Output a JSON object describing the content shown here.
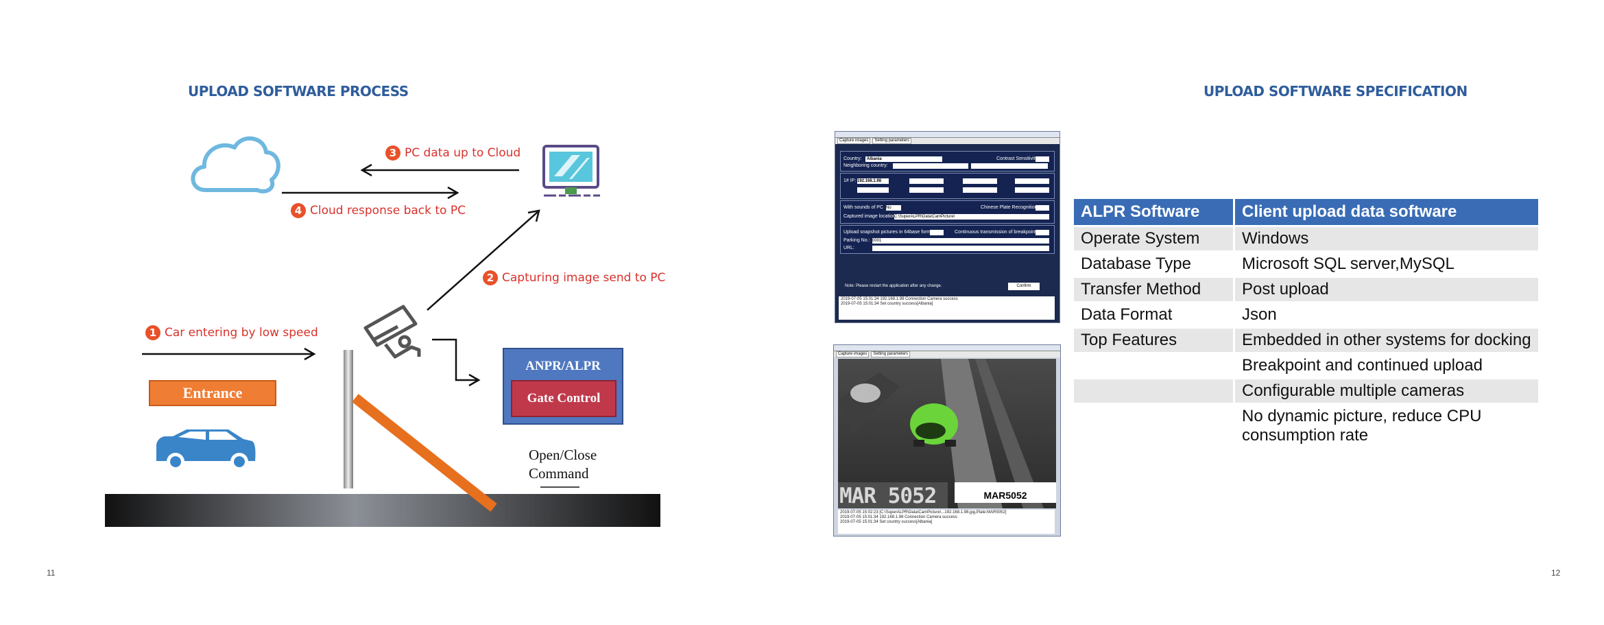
{
  "left_page": {
    "title": "UPLOAD SOFTWARE PROCESS",
    "steps": [
      {
        "num": "1",
        "text": "Car entering by low speed"
      },
      {
        "num": "2",
        "text": "Capturing image send to PC"
      },
      {
        "num": "3",
        "text": "PC data up to Cloud"
      },
      {
        "num": "4",
        "text": "Cloud response back to PC"
      }
    ],
    "entrance_label": "Entrance",
    "anpr_label": "ANPR/ALPR",
    "gate_label": "Gate Control",
    "command_line1": "Open/Close",
    "command_line2": "Command",
    "page_number": "11",
    "colors": {
      "accent": "#2f5d9c",
      "step_red": "#d9312b",
      "entrance": "#ef7d33",
      "anpr_box": "#4f78c0",
      "gate": "#c0394b",
      "car": "#3a85c8",
      "cloud": "#6fb8e0"
    }
  },
  "right_page": {
    "title": "UPLOAD SOFTWARE SPECIFICATION",
    "page_number": "12",
    "table": {
      "headers": [
        "ALPR Software",
        "Client upload data software"
      ],
      "rows": [
        [
          "Operate System",
          "Windows"
        ],
        [
          "Database Type",
          "Microsoft SQL server,MySQL"
        ],
        [
          "Transfer Method",
          "Post upload"
        ],
        [
          "Data Format",
          "Json"
        ],
        [
          "Top Features",
          "Embedded in other systems for docking"
        ],
        [
          "",
          "Breakpoint and continued upload"
        ],
        [
          "",
          "Configurable multiple cameras"
        ],
        [
          "",
          "No dynamic picture, reduce CPU consumption rate"
        ]
      ]
    },
    "screenshot_top": {
      "tabs": [
        "Capture images",
        "Setting parameters"
      ],
      "country_label": "Country:",
      "country_value": "Albania",
      "contrast_label": "Contrast Sensitivity",
      "neighboring_label": "Neighboring country:",
      "ip_label": "1# IP:",
      "ip_value": "192.168.1.98",
      "sounds_label": "With sounds of PC",
      "sounds_value": "No",
      "chinese_label": "Chinese Plate Recognition",
      "captured_label": "Captured image location:",
      "captured_value": "C:\\SuperALPR\\Data\\CamPicture\\",
      "upload_label": "Upload snapshot pictures in 64base form",
      "continuous_label": "Continuous transmission of breakpoint",
      "parking_label": "Parking No.:",
      "parking_value": "0001",
      "url_label": "URL:",
      "note": "Note: Please restart the application after any change.",
      "confirm": "Confirm",
      "log": [
        "2019-07-05 15:01:34 192.168.1.98 Connection Camera success",
        "2019-07-05 15:01:34 Set country success[Albania]"
      ]
    },
    "screenshot_bottom": {
      "tabs": [
        "Capture images",
        "Setting parameters"
      ],
      "plate_image_text": "MAR 5052",
      "plate_result": "MAR5052",
      "log": [
        "2019-07-05 15:02:23 [C:\\SuperALPR\\Data\\CamPicture\\...192.168.1.98.jpg,Plate:MAR5052]",
        "2019-07-05 15:01:34 192.168.1.98 Connection Camera success",
        "2019-07-05 15:01:34 Set country success[Albania]"
      ]
    }
  }
}
